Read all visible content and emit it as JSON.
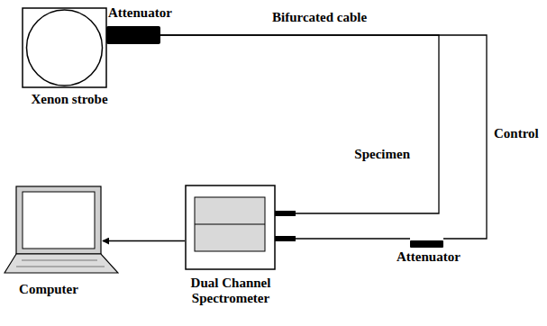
{
  "diagram": {
    "nodes": [
      {
        "text": [
          "Xenon strobe"
        ]
      },
      {
        "text": [
          "Attenuator"
        ]
      },
      {
        "text": [
          "Dual Channel Spectrometer"
        ]
      },
      {
        "text": [
          "Computer"
        ]
      },
      {
        "text": [
          "Attenuator"
        ]
      }
    ],
    "edges": [
      {
        "from": 1,
        "to": 2,
        "arrow": "none",
        "label": "Specimen"
      },
      {
        "from": 1,
        "to": 4,
        "arrow": "none",
        "label": "Control"
      },
      {
        "from": 4,
        "to": 2,
        "arrow": "none"
      },
      {
        "from": 2,
        "to": 3,
        "arrow": "to"
      }
    ],
    "labels": [
      "Bifurcated cable"
    ]
  }
}
